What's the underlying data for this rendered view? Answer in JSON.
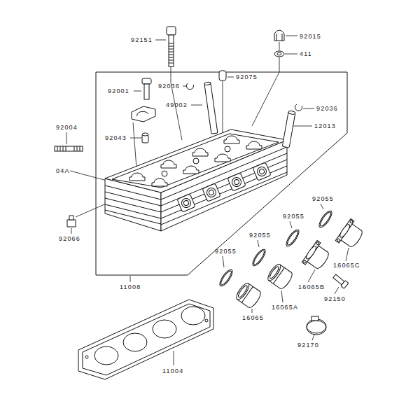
{
  "diagram": {
    "labels": [
      "92151",
      "92015",
      "411",
      "92075",
      "92036",
      "92001",
      "49002",
      "92036",
      "12013",
      "92004",
      "92043",
      "04A",
      "92055",
      "92055",
      "92055",
      "92066",
      "92055",
      "16065C",
      "11008",
      "16065B",
      "92150",
      "16065A",
      "16065",
      "92170",
      "11004"
    ]
  }
}
